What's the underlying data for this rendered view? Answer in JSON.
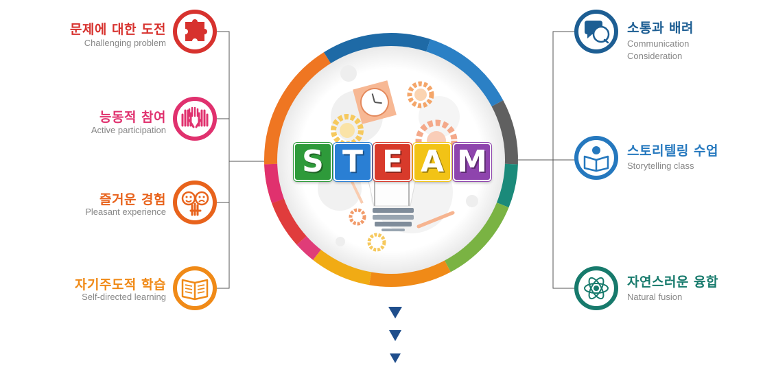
{
  "center": {
    "letters": [
      {
        "char": "S",
        "color": "#2e9a3a"
      },
      {
        "char": "T",
        "color": "#2a7fd4"
      },
      {
        "char": "E",
        "color": "#d83a2b"
      },
      {
        "char": "A",
        "color": "#f2c316"
      },
      {
        "char": "M",
        "color": "#8e44ad"
      }
    ]
  },
  "left_items": [
    {
      "title": "문제에 대한 도전",
      "subtitle": "Challenging problem",
      "color": "#d7322e",
      "icon": "puzzle-icon"
    },
    {
      "title": "능동적 참여",
      "subtitle": "Active participation",
      "color": "#e0316e",
      "icon": "raised-hands-icon"
    },
    {
      "title": "즐거운 경험",
      "subtitle": "Pleasant experience",
      "color": "#e8631c",
      "icon": "faces-icon"
    },
    {
      "title": "자기주도적 학습",
      "subtitle": "Self-directed learning",
      "color": "#f08a17",
      "icon": "open-book-icon"
    }
  ],
  "right_items": [
    {
      "title": "소통과 배려",
      "subtitle_lines": [
        "Communication",
        "Consideration"
      ],
      "color": "#1d5e93",
      "icon": "chat-bubbles-icon"
    },
    {
      "title": "스토리텔링 수업",
      "subtitle_lines": [
        "Storytelling class"
      ],
      "color": "#2578be",
      "icon": "reader-icon"
    },
    {
      "title": "자연스러운 융합",
      "subtitle_lines": [
        "Natural fusion"
      ],
      "color": "#177a6c",
      "icon": "fusion-icon"
    }
  ]
}
